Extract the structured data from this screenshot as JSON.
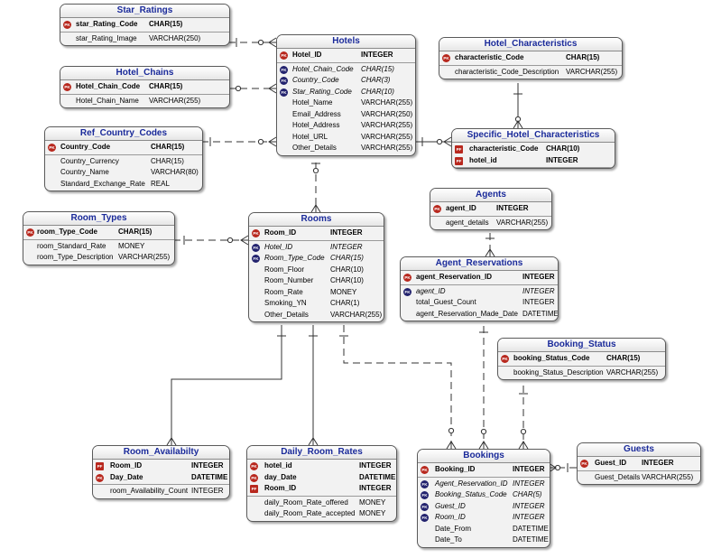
{
  "entities": [
    {
      "id": "star_ratings",
      "name": "Star_Ratings",
      "attributes": [
        {
          "name": "star_Rating_Code",
          "type": "CHAR(15)",
          "key": "PK"
        },
        {
          "name": "star_Rating_Image",
          "type": "VARCHAR(250)",
          "key": ""
        }
      ]
    },
    {
      "id": "hotel_chains",
      "name": "Hotel_Chains",
      "attributes": [
        {
          "name": "Hotel_Chain_Code",
          "type": "CHAR(15)",
          "key": "PK"
        },
        {
          "name": "Hotel_Chain_Name",
          "type": "VARCHAR(255)",
          "key": ""
        }
      ]
    },
    {
      "id": "ref_country_codes",
      "name": "Ref_Country_Codes",
      "attributes": [
        {
          "name": "Country_Code",
          "type": "CHAR(15)",
          "key": "PK"
        },
        {
          "name": "Country_Currency",
          "type": "CHAR(15)",
          "key": ""
        },
        {
          "name": "Country_Name",
          "type": "VARCHAR(80)",
          "key": ""
        },
        {
          "name": "Standard_Exchange_Rate",
          "type": "REAL",
          "key": ""
        }
      ]
    },
    {
      "id": "room_types",
      "name": "Room_Types",
      "attributes": [
        {
          "name": "room_Type_Code",
          "type": "CHAR(15)",
          "key": "PK"
        },
        {
          "name": "room_Standard_Rate",
          "type": "MONEY",
          "key": ""
        },
        {
          "name": "room_Type_Description",
          "type": "VARCHAR(255)",
          "key": ""
        }
      ]
    },
    {
      "id": "hotels",
      "name": "Hotels",
      "attributes": [
        {
          "name": "Hotel_ID",
          "type": "INTEGER",
          "key": "PK"
        },
        {
          "name": "Hotel_Chain_Code",
          "type": "CHAR(15)",
          "key": "FK"
        },
        {
          "name": "Country_Code",
          "type": "CHAR(3)",
          "key": "FK"
        },
        {
          "name": "Star_Rating_Code",
          "type": "CHAR(10)",
          "key": "FK"
        },
        {
          "name": "Hotel_Name",
          "type": "VARCHAR(255)",
          "key": ""
        },
        {
          "name": "Email_Address",
          "type": "VARCHAR(250)",
          "key": ""
        },
        {
          "name": "Hotel_Address",
          "type": "VARCHAR(255)",
          "key": ""
        },
        {
          "name": "Hotel_URL",
          "type": "VARCHAR(255)",
          "key": ""
        },
        {
          "name": "Other_Details",
          "type": "VARCHAR(255)",
          "key": ""
        }
      ]
    },
    {
      "id": "hotel_characteristics",
      "name": "Hotel_Characteristics",
      "attributes": [
        {
          "name": "characteristic_Code",
          "type": "CHAR(15)",
          "key": "PK"
        },
        {
          "name": "characteristic_Code_Description",
          "type": "VARCHAR(255)",
          "key": ""
        }
      ]
    },
    {
      "id": "specific_hotel_characteristics",
      "name": "Specific_Hotel_Characteristics",
      "attributes": [
        {
          "name": "characteristic_Code",
          "type": "CHAR(10)",
          "key": "PF"
        },
        {
          "name": "hotel_id",
          "type": "INTEGER",
          "key": "PF"
        }
      ]
    },
    {
      "id": "agents",
      "name": "Agents",
      "attributes": [
        {
          "name": "agent_ID",
          "type": "INTEGER",
          "key": "PK"
        },
        {
          "name": "agent_details",
          "type": "VARCHAR(255)",
          "key": ""
        }
      ]
    },
    {
      "id": "agent_reservations",
      "name": "Agent_Reservations",
      "attributes": [
        {
          "name": "agent_Reservation_ID",
          "type": "INTEGER",
          "key": "PK"
        },
        {
          "name": "agent_ID",
          "type": "INTEGER",
          "key": "FK"
        },
        {
          "name": "total_Guest_Count",
          "type": "INTEGER",
          "key": ""
        },
        {
          "name": "agent_Reservation_Made_Date",
          "type": "DATETIME",
          "key": ""
        }
      ]
    },
    {
      "id": "rooms",
      "name": "Rooms",
      "attributes": [
        {
          "name": "Room_ID",
          "type": "INTEGER",
          "key": "PK"
        },
        {
          "name": "Hotel_ID",
          "type": "INTEGER",
          "key": "FK"
        },
        {
          "name": "Room_Type_Code",
          "type": "CHAR(15)",
          "key": "FK"
        },
        {
          "name": "Room_Floor",
          "type": "CHAR(10)",
          "key": ""
        },
        {
          "name": "Room_Number",
          "type": "CHAR(10)",
          "key": ""
        },
        {
          "name": "Room_Rate",
          "type": "MONEY",
          "key": ""
        },
        {
          "name": "Smoking_YN",
          "type": "CHAR(1)",
          "key": ""
        },
        {
          "name": "Other_Details",
          "type": "VARCHAR(255)",
          "key": ""
        }
      ]
    },
    {
      "id": "booking_status",
      "name": "Booking_Status",
      "attributes": [
        {
          "name": "booking_Status_Code",
          "type": "CHAR(15)",
          "key": "PK"
        },
        {
          "name": "booking_Status_Description",
          "type": "VARCHAR(255)",
          "key": ""
        }
      ]
    },
    {
      "id": "room_availability",
      "name": "Room_Availabilty",
      "attributes": [
        {
          "name": "Room_ID",
          "type": "INTEGER",
          "key": "PF"
        },
        {
          "name": "Day_Date",
          "type": "DATETIME",
          "key": "PK"
        },
        {
          "name": "room_Availability_Count",
          "type": "INTEGER",
          "key": ""
        }
      ]
    },
    {
      "id": "daily_room_rates",
      "name": "Daily_Room_Rates",
      "attributes": [
        {
          "name": "hotel_id",
          "type": "INTEGER",
          "key": "PK"
        },
        {
          "name": "day_Date",
          "type": "DATETIME",
          "key": "PK"
        },
        {
          "name": "Room_ID",
          "type": "INTEGER",
          "key": "PF"
        },
        {
          "name": "daily_Room_Rate_offered",
          "type": "MONEY",
          "key": ""
        },
        {
          "name": "daily_Room_Rate_accepted",
          "type": "MONEY",
          "key": ""
        }
      ]
    },
    {
      "id": "bookings",
      "name": "Bookings",
      "attributes": [
        {
          "name": "Booking_ID",
          "type": "INTEGER",
          "key": "PK"
        },
        {
          "name": "Agent_Reservation_ID",
          "type": "INTEGER",
          "key": "FK"
        },
        {
          "name": "Booking_Status_Code",
          "type": "CHAR(5)",
          "key": "FK"
        },
        {
          "name": "Guest_ID",
          "type": "INTEGER",
          "key": "FK"
        },
        {
          "name": "Room_ID",
          "type": "INTEGER",
          "key": "FK"
        },
        {
          "name": "Date_From",
          "type": "DATETIME",
          "key": ""
        },
        {
          "name": "Date_To",
          "type": "DATETIME",
          "key": ""
        }
      ]
    },
    {
      "id": "guests",
      "name": "Guests",
      "attributes": [
        {
          "name": "Guest_ID",
          "type": "INTEGER",
          "key": "PK"
        },
        {
          "name": "Guest_Details",
          "type": "VARCHAR(255)",
          "key": ""
        }
      ]
    }
  ],
  "relationships": [
    {
      "from": "star_ratings",
      "to": "hotels",
      "identifying": false
    },
    {
      "from": "hotel_chains",
      "to": "hotels",
      "identifying": false
    },
    {
      "from": "ref_country_codes",
      "to": "hotels",
      "identifying": false
    },
    {
      "from": "hotels",
      "to": "specific_hotel_characteristics",
      "identifying": true
    },
    {
      "from": "hotel_characteristics",
      "to": "specific_hotel_characteristics",
      "identifying": true
    },
    {
      "from": "hotels",
      "to": "rooms",
      "identifying": false
    },
    {
      "from": "room_types",
      "to": "rooms",
      "identifying": false
    },
    {
      "from": "agents",
      "to": "agent_reservations",
      "identifying": false
    },
    {
      "from": "rooms",
      "to": "room_availability",
      "identifying": true
    },
    {
      "from": "rooms",
      "to": "daily_room_rates",
      "identifying": true
    },
    {
      "from": "rooms",
      "to": "bookings",
      "identifying": false
    },
    {
      "from": "agent_reservations",
      "to": "bookings",
      "identifying": false
    },
    {
      "from": "booking_status",
      "to": "bookings",
      "identifying": false
    },
    {
      "from": "guests",
      "to": "bookings",
      "identifying": false
    }
  ],
  "colors": {
    "pk_icon": "#b8281e",
    "fk_icon": "#23236e",
    "title_text": "#1a2a9a",
    "line": "#333333"
  }
}
